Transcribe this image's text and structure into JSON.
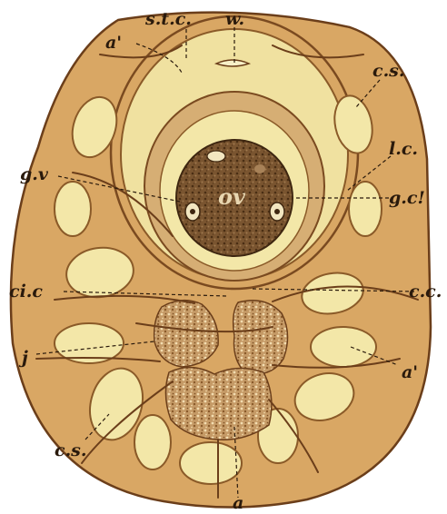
{
  "figure": {
    "colors": {
      "background": "#ffffff",
      "outer_tissue": "#d9a764",
      "outline": "#6b3e1a",
      "space": "#f3e7a8",
      "space_edge": "#8a5a28",
      "ovum": "#7a5530",
      "cartilage": "#c59a66",
      "label": "#2a1a0c"
    },
    "labels": {
      "stc": "s.t.c.",
      "w": "w.",
      "a_prime_top": "a'",
      "cs_right": "c.s.",
      "lc": "l.c.",
      "gv": "g.v",
      "ov": "ov",
      "gc_prime": "g.c!",
      "cic": "ci.c",
      "cc": "c.c.",
      "j": "j",
      "a_prime_right": "a'",
      "cs_left": "c.s.",
      "a_bottom": "a"
    }
  }
}
